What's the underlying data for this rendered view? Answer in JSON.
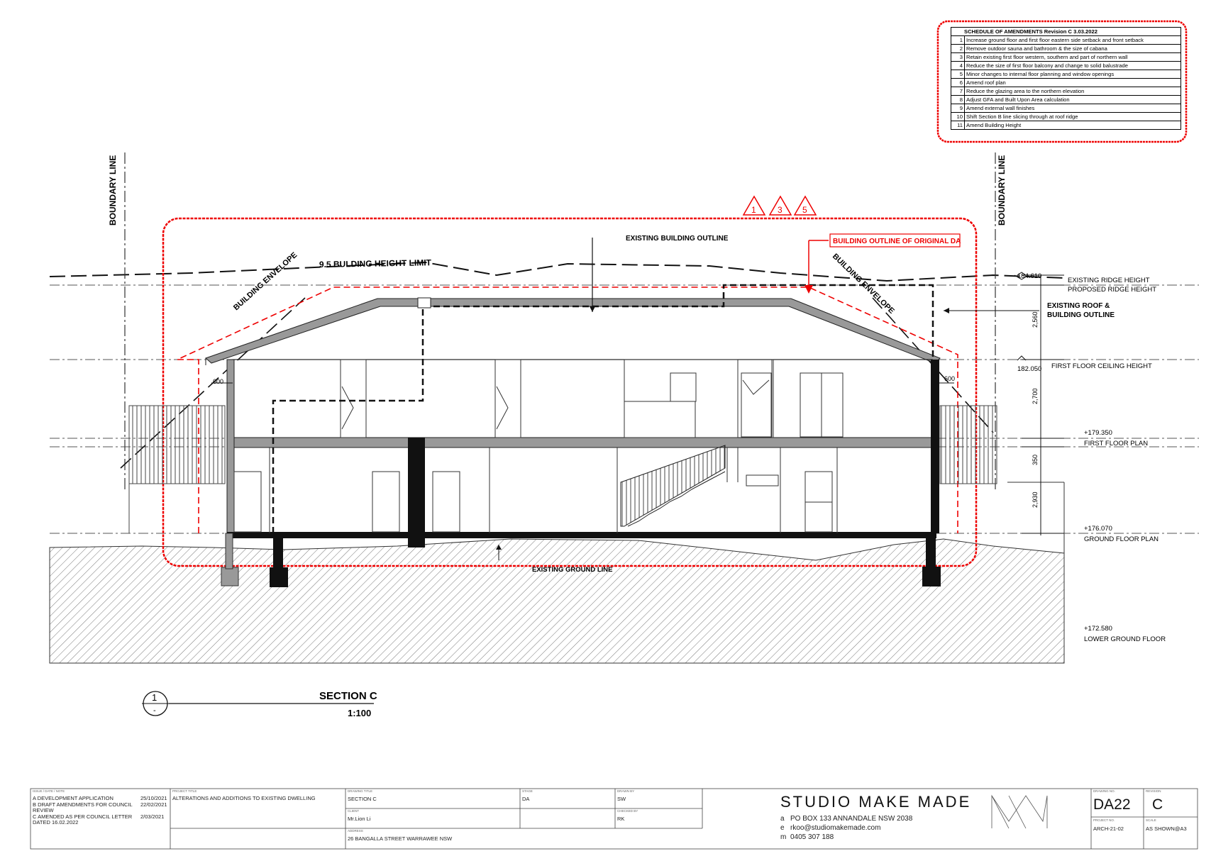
{
  "schedule": {
    "title": "SCHEDULE OF AMENDMENTS Revision C 3.03.2022",
    "items": [
      {
        "n": "1",
        "text": "Increase ground floor and first floor eastern side setback and front setback"
      },
      {
        "n": "2",
        "text": "Remove outdoor sauna and bathroom & the size of cabana"
      },
      {
        "n": "3",
        "text": "Retain existing first floor western, southern and part of northern wall"
      },
      {
        "n": "4",
        "text": "Reduce the size of first floor balcony and change to solid balustrade"
      },
      {
        "n": "5",
        "text": "Minor changes to internal floor planning and window openings"
      },
      {
        "n": "6",
        "text": "Amend roof plan"
      },
      {
        "n": "7",
        "text": "Reduce the glazing area to the northern elevation"
      },
      {
        "n": "8",
        "text": "Adjust GFA and Built Upon Area calculation"
      },
      {
        "n": "9",
        "text": "Amend external wall finishes"
      },
      {
        "n": "10",
        "text": "Shift Section B line slicing through at roof ridge"
      },
      {
        "n": "11",
        "text": "Amend Building Height"
      }
    ]
  },
  "drawing": {
    "boundary_left": "BOUNDARY LINE",
    "boundary_right": "BOUNDARY LINE",
    "height_limit": "9.5 BULDING HEIGHT LIMIT",
    "envelope_left": "BUILDING ENVELOPE",
    "envelope_right": "BUILDING ENVELOPE",
    "existing_outline": "EXISTING BUILDING OUTLINE",
    "original_da": "BUILDING OUTLINE OF ORIGINAL DA",
    "existing_roof_1": "EXISTING ROOF &",
    "existing_roof_2": "BUILDING OUTLINE",
    "ground_line": "EXISTING GROUND LINE",
    "tri_1": "1",
    "tri_2": "3",
    "tri_3": "5",
    "dim_600_left": "600",
    "dim_600_right": "600",
    "levels": {
      "ridge_rl": "184.610",
      "ridge_1": "EXISTING RIDGE HEIGHT",
      "ridge_2": "PROPOSED RIDGE HEIGHT",
      "ceiling_rl": "182.050",
      "ceiling": "FIRST FLOOR CEILING HEIGHT",
      "ff_rl": "+179.350",
      "ff": "FIRST FLOOR PLAN",
      "gf_rl": "+176.070",
      "gf": "GROUND FLOOR PLAN",
      "lg_rl": "+172.580",
      "lg": "LOWER GROUND FLOOR"
    },
    "dims": {
      "d1": "2,560",
      "d2": "2,700",
      "d3": "350",
      "d4": "2,930"
    }
  },
  "section": {
    "num": "1",
    "sub": "-",
    "title": "SECTION C",
    "scale": "1:100"
  },
  "titleblock": {
    "issue_label": "ISSUE / DATE / NOTE",
    "revisions": [
      {
        "text": "A DEVELOPMENT APPLICATION",
        "date": "25/10/2021"
      },
      {
        "text": "B DRAFT AMENDMENTS FOR COUNCIL",
        "date": "22/02/2021"
      },
      {
        "text": "REVIEW",
        "date": ""
      },
      {
        "text": "C AMENDED AS PER COUNCIL LETTER",
        "date": "2/03/2021"
      },
      {
        "text": "DATED 16.02.2022",
        "date": ""
      }
    ],
    "project_label": "PROJECT TITLE",
    "project": "ALTERATIONS AND ADDITIONS TO EXISTING DWELLING",
    "drawing_label": "DRAWING TITLE",
    "drawing": "SECTION C",
    "stage_label": "STAGE",
    "stage": "DA",
    "drawn_label": "DRAWN BY",
    "drawn": "SW",
    "client_label": "CLIENT",
    "client": "Mr.Lion Li",
    "checked_label": "CHECKED BY",
    "checked": "RK",
    "address_label": "ADDRESS",
    "address": "26 BANGALLA STREET WARRAWEE NSW",
    "studio": "STUDIO MAKE MADE",
    "a": "a",
    "a_val": "PO BOX 133 ANNANDALE NSW 2038",
    "e": "e",
    "e_val": "rkoo@studiomakemade.com",
    "m": "m",
    "m_val": "0405 307 188",
    "drawing_no_label": "DRAWING NO.",
    "drawing_no": "DA22",
    "revision_label": "REVISION",
    "revision": "C",
    "project_no_label": "PROJECT NO.",
    "project_no": "ARCH-21-02",
    "scale_label": "SCALE",
    "scale": "AS SHOWN@A3"
  }
}
